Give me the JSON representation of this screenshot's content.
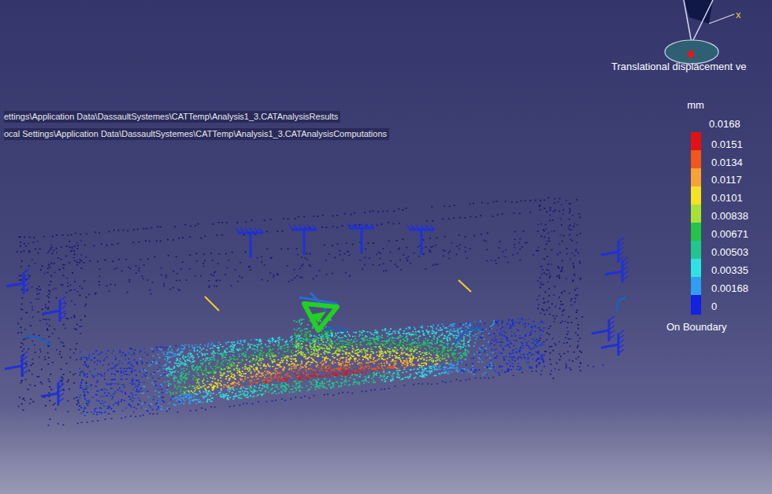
{
  "diagram": {
    "labels": [
      "ettings\\Application Data\\DassaultSystemes\\CATTemp\\Analysis1_3.CATAnalysisResults",
      "ocal Settings\\Application Data\\DassaultSystemes\\CATTemp\\Analysis1_3.CATAnalysisComputations",
      "Translational displacement ve",
      "mm",
      "0.0168",
      "0.0151",
      "0.0134",
      "0.0117",
      "0.0101",
      "0.00838",
      "0.00671",
      "0.00503",
      "0.00335",
      "0.00168",
      "0",
      "On Boundary",
      "x"
    ]
  }
}
